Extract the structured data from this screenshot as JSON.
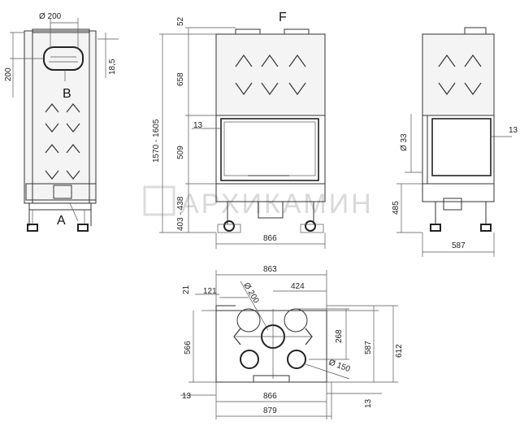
{
  "labels": {
    "label_A": "A",
    "label_B": "B",
    "label_F": "F"
  },
  "side_left": {
    "dia_200": "Ø 200",
    "h_200": "200",
    "h_18_5": "18,5"
  },
  "front": {
    "top_52": "52",
    "upper_658": "658",
    "overall_1570_1605": "1570 - 1605",
    "frame_13": "13",
    "glass_509": "509",
    "legs_403_438": "403 - 438",
    "width_866": "866"
  },
  "side_right": {
    "frame_13": "13",
    "dia_33": "Ø 33",
    "h_485": "485",
    "depth_587": "587"
  },
  "plan": {
    "top_863": "863",
    "off_21": "21",
    "off_121": "121",
    "dia_200": "Ø 200",
    "off_424": "424",
    "dist_268": "268",
    "depth_566": "566",
    "depth_587": "587",
    "depth_612": "612",
    "dia_150": "Ø 150",
    "left_13": "13",
    "bottom_866": "866",
    "bottom_879": "879",
    "right_13": "13"
  },
  "watermark": "АРХИКАМИН"
}
